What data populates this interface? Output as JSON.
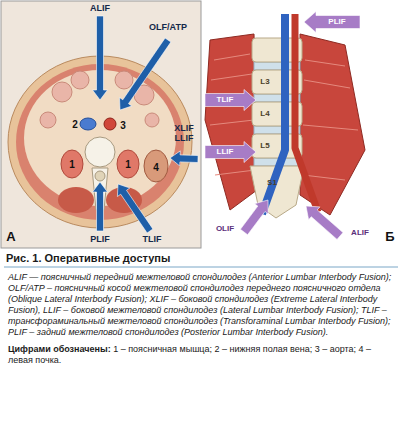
{
  "diagram": {
    "title": "Рис. 1. Оперативные доступы",
    "caption": "ALIF — поясничный передний межтеловой спондилодез (Anterior Lumbar Interbody Fusion); OLF/ATP – поясничный косой межтеловой спондилодез переднего поясничного отдела (Oblique Lateral Interbody Fusion); XLIF – боковой спондилодез (Extreme Lateral Interbody Fusion), LLIF – боковой межтеловой спондилодез (Lateral Lumbar Interbody Fusion); TLIF – трансфораминальный межтеловой спондилодез (Transforaminal Lumbar Interbody Fusion); PLIF – задний межтеловой спондилодез (Posterior Lumbar Interbody Fusion).",
    "labels": [
      "ALIF",
      "OLF/ATP",
      "XLIF LLIF",
      "PLIF",
      "TLIF",
      "1",
      "2",
      "3",
      "1",
      "4",
      "А",
      "PLIF",
      "TLIF",
      "LLIF",
      "OLIF",
      "ALIF",
      "L3",
      "L4",
      "L5",
      "S1",
      "Б",
      "Цифрами обозначены:",
      "1 – поясничная мышца; 2 – нижняя полая вена; 3 – аорта; 4 – левая почка."
    ]
  }
}
